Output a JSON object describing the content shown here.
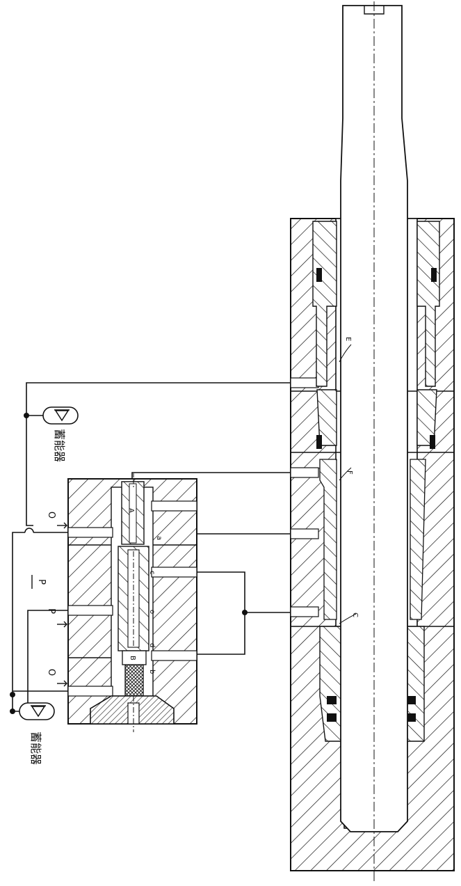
{
  "labels": {
    "accumulator_top": "蓄能器",
    "accumulator_bottom": "蓄能器",
    "port_o_top": "O",
    "port_p_label": "P",
    "port_p_arrow": "P",
    "port_o_bottom": "O",
    "valve_a": "A",
    "valve_b": "B",
    "valve_a_lower": "a",
    "valve_b_lower": "b",
    "valve_c": "c",
    "valve_d": "d",
    "valve_o": "o",
    "cyl_e": "E",
    "cyl_f": "F",
    "cyl_c": "C"
  },
  "colors": {
    "ink": "#111111",
    "paper": "#ffffff"
  }
}
